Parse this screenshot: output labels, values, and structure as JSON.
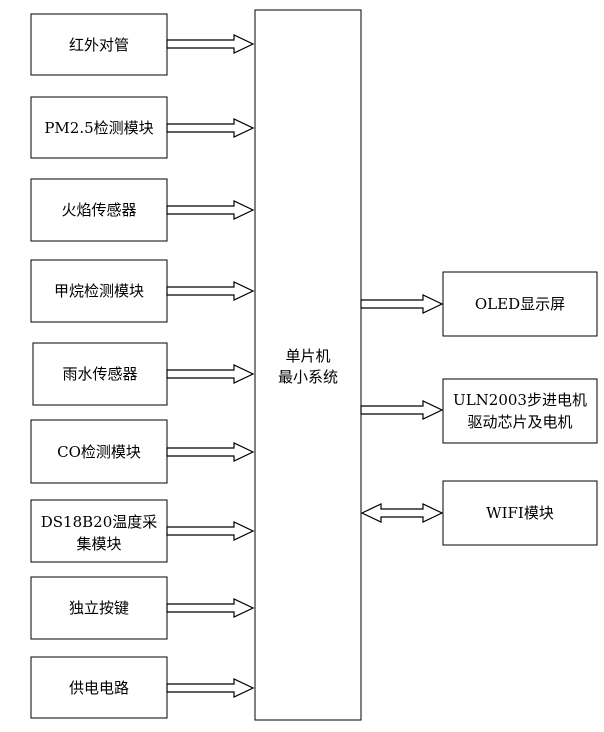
{
  "mcu": {
    "line1": "单片机",
    "line2": "最小系统"
  },
  "inputs": [
    {
      "label": "红外对管"
    },
    {
      "label": "PM2.5检测模块"
    },
    {
      "label": "火焰传感器"
    },
    {
      "label": "甲烷检测模块"
    },
    {
      "label": "雨水传感器"
    },
    {
      "label": "CO检测模块"
    },
    {
      "label": "DS18B20温度采",
      "label2": "集模块"
    },
    {
      "label": "独立按键"
    },
    {
      "label": "供电电路"
    }
  ],
  "outputs": [
    {
      "label": "OLED显示屏"
    },
    {
      "label": "ULN2003步进电机",
      "label2": "驱动芯片及电机"
    }
  ],
  "bidirectional": [
    {
      "label": "WIFI模块"
    }
  ],
  "colors": {
    "stroke": "#000000",
    "fill": "#ffffff"
  }
}
